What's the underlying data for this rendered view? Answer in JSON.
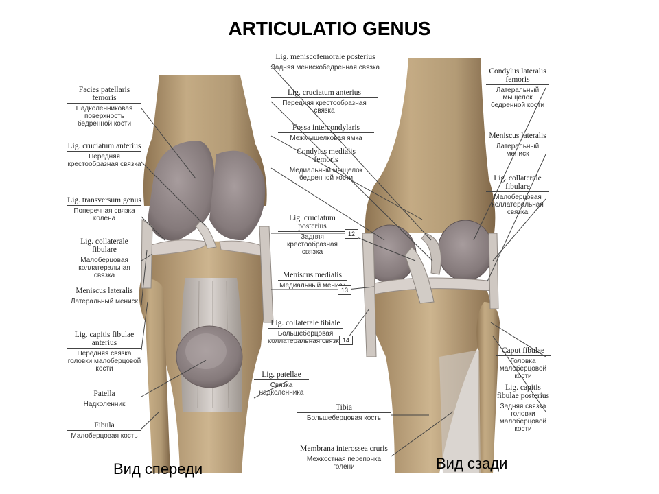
{
  "title": "ARTICULATIO GENUS",
  "views": {
    "front": "Вид спереди",
    "back": "Вид сзади"
  },
  "colors": {
    "bone": "#b49a73",
    "cartilage": "#8c7f80",
    "ligament": "#cfc8c3",
    "leader": "#444444"
  },
  "labels_front": [
    {
      "la": "Facies patellaris femoris",
      "ru": "Надколенниковая поверхность бедренной кости"
    },
    {
      "la": "Lig. cruciatum anterius",
      "ru": "Передняя крестообразная связка"
    },
    {
      "la": "Lig. transversum genus",
      "ru": "Поперечная связка колена"
    },
    {
      "la": "Lig. collaterale fibulare",
      "ru": "Малоберцовая коллатеральная связка"
    },
    {
      "la": "Meniscus lateralis",
      "ru": "Латеральный мениск"
    },
    {
      "la": "Lig. capitis fibulae anterius",
      "ru": "Передняя связка головки малоберцовой кости"
    },
    {
      "la": "Patella",
      "ru": "Надколенник"
    },
    {
      "la": "Fibula",
      "ru": "Малоберцовая кость"
    }
  ],
  "labels_center": [
    {
      "la": "Lig. meniscofemorale posterius",
      "ru": "Задняя менискобедренная связка"
    },
    {
      "la": "Lig. cruciatum anterius",
      "ru": "Передняя крестообразная связка"
    },
    {
      "la": "Fossa intercondylaris",
      "ru": "Межмыщелковая ямка"
    },
    {
      "la": "Condylus medialis femoris",
      "ru": "Медиальный мыщелок бедренной кости"
    },
    {
      "la": "Lig. cruciatum posterius",
      "ru": "Задняя крестообразная связка",
      "num": "12"
    },
    {
      "la": "Meniscus medialis",
      "ru": "Медиальный мениск",
      "num": "13"
    },
    {
      "la": "Lig. collaterale tibiale",
      "ru": "Большеберцовая коллатеральная связка",
      "num": "14"
    },
    {
      "la": "Lig. patellae",
      "ru": "Связка надколенника"
    },
    {
      "la": "Tibia",
      "ru": "Большеберцовая кость"
    },
    {
      "la": "Membrana interossea cruris",
      "ru": "Межкостная перепонка голени"
    }
  ],
  "labels_back": [
    {
      "la": "Condylus lateralis femoris",
      "ru": "Латеральный мыщелок бедренной кости"
    },
    {
      "la": "Meniscus lateralis",
      "ru": "Латеральный мениск"
    },
    {
      "la": "Lig. collaterale fibulare",
      "ru": "Малоберцовая коллатеральная связка"
    },
    {
      "la": "Caput fibulae",
      "ru": "Головка малоберцовой кости"
    },
    {
      "la": "Lig. capitis fibulae posterius",
      "ru": "Задняя связка головки малоберцовой кости"
    }
  ]
}
